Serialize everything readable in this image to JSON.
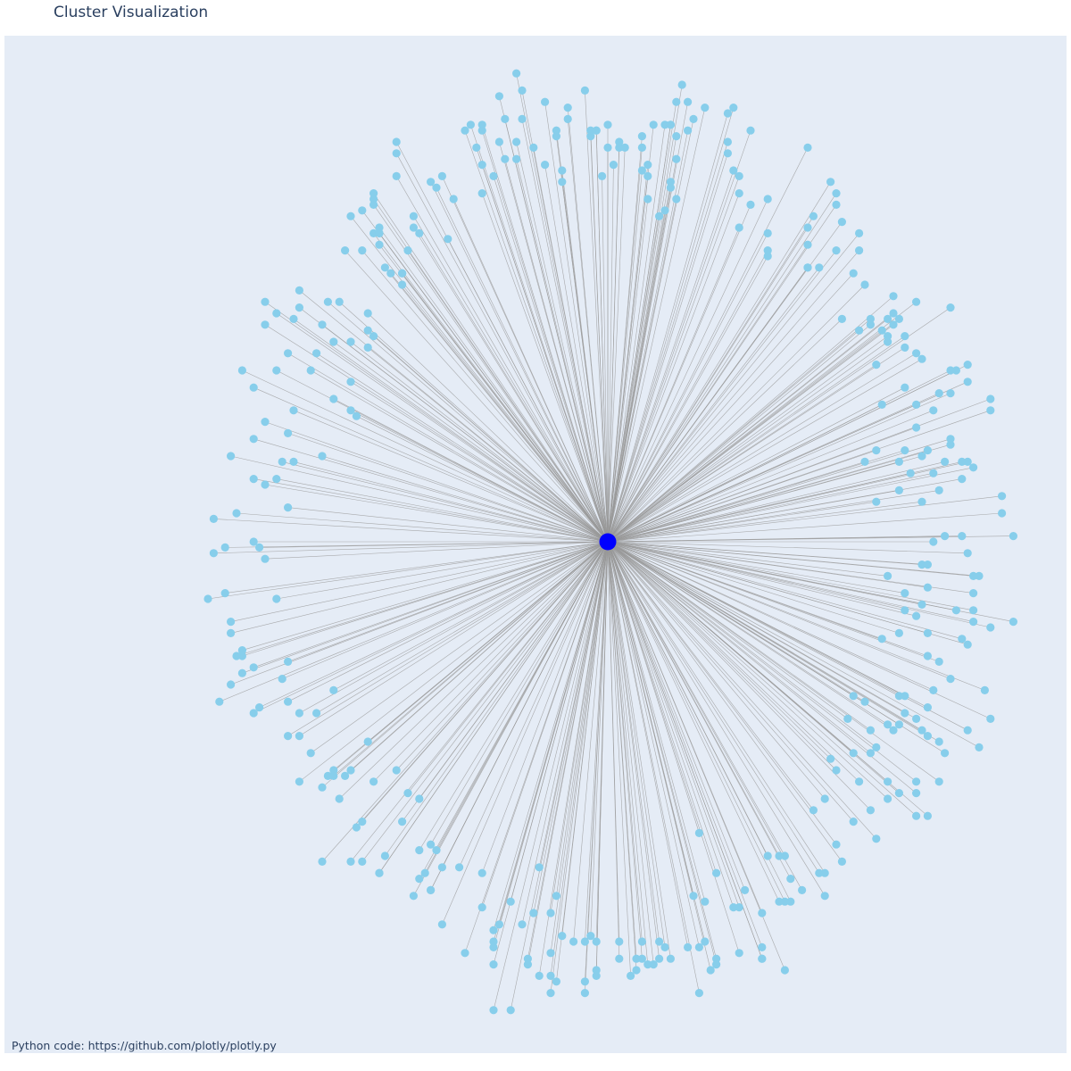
{
  "title": "Cluster Visualization",
  "annotation": "Python code:  https://github.com/plotly/plotly.py",
  "chart_data": {
    "type": "scatter",
    "layout_type": "star network graph",
    "grid": false,
    "axes_visible": false,
    "background_color": "#e5ecf6",
    "edge_color": "#999999",
    "center_node": {
      "x": 0,
      "y": 0,
      "color": "#0000ff"
    },
    "leaf_node_color": "#87ceeb",
    "leaf_node_count": 440,
    "leaf_nodes": [
      [
        0.08,
        -0.74
      ],
      [
        0.45,
        0.14
      ],
      [
        -0.19,
        -0.67
      ],
      [
        -0.3,
        0.62
      ],
      [
        -0.08,
        -0.69
      ],
      [
        0.58,
        -0.35
      ],
      [
        0.23,
        0.61
      ],
      [
        -0.49,
        -0.41
      ],
      [
        -0.45,
        -0.56
      ],
      [
        0.71,
        -0.14
      ],
      [
        0.0,
        0.69
      ],
      [
        -0.43,
        0.51
      ],
      [
        0.52,
        -0.3
      ],
      [
        -0.45,
        0.23
      ],
      [
        0.27,
        -0.73
      ],
      [
        0.07,
        0.66
      ],
      [
        -0.44,
        0.22
      ],
      [
        -0.45,
        0.57
      ],
      [
        -0.2,
        -0.82
      ],
      [
        0.55,
        -0.04
      ],
      [
        0.67,
        -0.15
      ],
      [
        -0.48,
        0.35
      ],
      [
        0.64,
        0.13
      ],
      [
        -0.02,
        -0.76
      ],
      [
        0.58,
        0.26
      ],
      [
        0.62,
        0.01
      ],
      [
        0.61,
        -0.12
      ],
      [
        -0.51,
        -0.3
      ],
      [
        0.11,
        0.62
      ],
      [
        -0.01,
        0.64
      ],
      [
        0.56,
        -0.48
      ],
      [
        0.12,
        0.67
      ],
      [
        -0.64,
        -0.19
      ],
      [
        0.65,
        -0.36
      ],
      [
        -0.1,
        -0.76
      ],
      [
        -0.5,
        0.15
      ],
      [
        -0.55,
        0.14
      ],
      [
        -0.36,
        -0.49
      ],
      [
        0.39,
        -0.38
      ],
      [
        0.49,
        0.39
      ],
      [
        0.56,
        -0.29
      ],
      [
        0.16,
        -0.51
      ],
      [
        0.45,
        0.45
      ],
      [
        0.51,
        0.09
      ],
      [
        0.09,
        0.57
      ],
      [
        -0.36,
        0.47
      ],
      [
        0.35,
        0.55
      ],
      [
        -0.27,
        0.6
      ],
      [
        -0.07,
        0.76
      ],
      [
        0.57,
        0.0
      ],
      [
        0.49,
        0.36
      ],
      [
        0.25,
        0.59
      ],
      [
        0.32,
        -0.63
      ],
      [
        0.5,
        -0.33
      ],
      [
        0.48,
        0.24
      ],
      [
        -0.51,
        0.33
      ],
      [
        -0.55,
        0.39
      ],
      [
        -0.68,
        -0.28
      ],
      [
        0.55,
        0.15
      ],
      [
        -0.35,
        -0.44
      ],
      [
        -0.15,
        0.79
      ],
      [
        0.59,
        0.14
      ],
      [
        -0.12,
        -0.57
      ],
      [
        -0.4,
        0.54
      ],
      [
        0.25,
        0.72
      ],
      [
        0.71,
        0.01
      ],
      [
        0.64,
        -0.12
      ],
      [
        -0.4,
        0.52
      ],
      [
        -0.58,
        0.4
      ],
      [
        -0.41,
        -0.42
      ],
      [
        0.52,
        0.34
      ],
      [
        0.14,
        0.77
      ],
      [
        0.02,
        -0.7
      ],
      [
        0.46,
        -0.47
      ],
      [
        0.5,
        0.4
      ],
      [
        -0.1,
        -0.79
      ],
      [
        0.17,
        0.76
      ],
      [
        0.6,
        0.26
      ],
      [
        -0.22,
        0.66
      ],
      [
        -0.55,
        0.23
      ],
      [
        -0.32,
        -0.58
      ],
      [
        0.4,
        0.51
      ],
      [
        -0.44,
        -0.5
      ],
      [
        -0.58,
        -0.1
      ],
      [
        -0.33,
        -0.59
      ],
      [
        -0.31,
        -0.61
      ],
      [
        -0.33,
        -0.45
      ],
      [
        0.51,
        -0.27
      ],
      [
        0.24,
        -0.61
      ],
      [
        -0.7,
        -0.1
      ],
      [
        0.63,
        -0.33
      ],
      [
        0.36,
        -0.47
      ],
      [
        -0.5,
        -0.43
      ],
      [
        -0.57,
        -0.24
      ],
      [
        -0.35,
        0.51
      ],
      [
        0.17,
        -0.63
      ],
      [
        0.6,
        0.17
      ],
      [
        -0.58,
        0.11
      ],
      [
        0.59,
        0.01
      ],
      [
        -0.08,
        0.63
      ],
      [
        0.59,
        -0.37
      ],
      [
        -0.66,
        -0.14
      ],
      [
        0.69,
        0.05
      ],
      [
        0.05,
        -0.73
      ],
      [
        -0.22,
        -0.64
      ],
      [
        -0.48,
        -0.26
      ],
      [
        -0.22,
        0.61
      ],
      [
        -0.11,
        0.66
      ],
      [
        0.63,
        0.31
      ],
      [
        -0.22,
        0.72
      ],
      [
        -0.03,
        -0.69
      ],
      [
        -0.48,
        -0.41
      ],
      [
        0.28,
        0.54
      ],
      [
        0.47,
        -0.52
      ],
      [
        0.28,
        -0.55
      ],
      [
        -0.66,
        0.15
      ],
      [
        0.0,
        0.73
      ],
      [
        0.62,
        -0.17
      ],
      [
        0.35,
        0.48
      ],
      [
        -0.41,
        0.61
      ],
      [
        0.22,
        0.65
      ],
      [
        -0.5,
        0.38
      ],
      [
        0.49,
        -0.45
      ],
      [
        0.67,
        0.23
      ],
      [
        0.18,
        -0.75
      ],
      [
        -0.56,
        -0.34
      ],
      [
        0.01,
        0.66
      ],
      [
        0.52,
        0.36
      ],
      [
        0.52,
        -0.09
      ],
      [
        -0.2,
        -0.71
      ],
      [
        -0.12,
        -0.76
      ],
      [
        -0.62,
        -0.22
      ],
      [
        0.31,
        -0.55
      ],
      [
        0.31,
        -0.75
      ],
      [
        -0.11,
        0.77
      ],
      [
        -0.36,
        0.47
      ],
      [
        -0.41,
        0.36
      ],
      [
        0.51,
        -0.16
      ],
      [
        0.47,
        0.16
      ],
      [
        -0.2,
        -0.7
      ],
      [
        -0.4,
        0.55
      ],
      [
        -0.62,
        0.18
      ],
      [
        -0.54,
        -0.34
      ],
      [
        0.55,
        0.32
      ],
      [
        -0.28,
        0.53
      ],
      [
        -0.4,
        -0.58
      ],
      [
        -0.52,
        0.3
      ],
      [
        0.6,
        0.18
      ],
      [
        -0.2,
        -0.68
      ],
      [
        0.53,
        0.12
      ],
      [
        0.3,
        -0.63
      ],
      [
        -0.56,
        0.06
      ],
      [
        0.46,
        0.39
      ],
      [
        -0.29,
        -0.57
      ],
      [
        -0.22,
        -0.58
      ],
      [
        -0.31,
        0.63
      ],
      [
        -0.43,
        -0.56
      ],
      [
        0.58,
        -0.21
      ],
      [
        -0.09,
        0.71
      ],
      [
        -0.02,
        -0.7
      ],
      [
        0.5,
        0.43
      ],
      [
        0.6,
        -0.24
      ],
      [
        0.48,
        0.37
      ],
      [
        -0.56,
        0.19
      ],
      [
        -0.19,
        0.7
      ],
      [
        -0.61,
        -0.29
      ],
      [
        -0.69,
        -0.02
      ],
      [
        -0.48,
        -0.4
      ],
      [
        0.58,
        0.09
      ],
      [
        0.12,
        0.71
      ],
      [
        -0.41,
        0.54
      ],
      [
        -0.23,
        0.69
      ],
      [
        0.37,
        0.48
      ],
      [
        -0.6,
        0.38
      ],
      [
        0.4,
        -0.53
      ],
      [
        0.63,
        0.14
      ],
      [
        0.28,
        0.5
      ],
      [
        0.57,
        0.23
      ],
      [
        0.44,
        -0.42
      ],
      [
        0.21,
        0.68
      ],
      [
        -0.56,
        -0.28
      ],
      [
        0.37,
        -0.58
      ],
      [
        0.35,
        0.69
      ],
      [
        0.67,
        -0.31
      ],
      [
        0.1,
        0.58
      ],
      [
        0.16,
        -0.79
      ],
      [
        -0.5,
        -0.56
      ],
      [
        -0.34,
        0.57
      ],
      [
        -0.02,
        0.72
      ],
      [
        0.51,
        0.39
      ],
      [
        0.58,
        -0.42
      ],
      [
        -0.24,
        0.73
      ],
      [
        0.13,
        0.8
      ],
      [
        -0.31,
        -0.53
      ],
      [
        0.43,
        -0.27
      ],
      [
        0.56,
        -0.08
      ],
      [
        -0.4,
        0.54
      ],
      [
        0.54,
        0.2
      ],
      [
        0.52,
        -0.12
      ],
      [
        0.47,
        0.31
      ],
      [
        0.56,
        -0.16
      ],
      [
        -0.6,
        0.21
      ],
      [
        -0.67,
        -0.01
      ],
      [
        -0.22,
        0.73
      ],
      [
        0.06,
        0.65
      ],
      [
        0.46,
        -0.37
      ],
      [
        0.19,
        -0.74
      ],
      [
        -0.16,
        0.7
      ],
      [
        0.56,
        -0.34
      ],
      [
        -0.66,
        -0.25
      ],
      [
        -0.57,
        0.14
      ],
      [
        -0.61,
        -0.01
      ],
      [
        0.14,
        0.72
      ],
      [
        -0.33,
        -0.54
      ],
      [
        -0.42,
        0.37
      ],
      [
        -0.65,
        0.05
      ],
      [
        0.3,
        -0.55
      ],
      [
        0.23,
        -0.64
      ],
      [
        0.12,
        0.77
      ],
      [
        0.06,
        -0.7
      ],
      [
        -0.67,
        -0.09
      ],
      [
        0.54,
        -0.42
      ],
      [
        0.38,
        -0.62
      ],
      [
        -0.45,
        0.28
      ],
      [
        0.65,
        -0.06
      ],
      [
        0.43,
        0.47
      ],
      [
        0.67,
        0.25
      ],
      [
        -0.14,
        -0.73
      ],
      [
        -0.13,
        0.69
      ],
      [
        -0.04,
        -0.7
      ],
      [
        0.41,
        0.56
      ],
      [
        0.4,
        -0.4
      ],
      [
        0.47,
        0.07
      ],
      [
        0.61,
        0.3
      ],
      [
        0.54,
        0.33
      ],
      [
        -0.04,
        -0.79
      ],
      [
        0.46,
        -0.33
      ],
      [
        0.56,
        0.16
      ],
      [
        -0.62,
        0.27
      ],
      [
        -0.37,
        -0.4
      ],
      [
        -0.18,
        0.74
      ],
      [
        -0.02,
        -0.75
      ],
      [
        0.23,
        -0.72
      ],
      [
        -0.08,
        0.65
      ],
      [
        0.64,
        -0.14
      ],
      [
        -0.62,
        0.11
      ],
      [
        0.69,
        0.08
      ],
      [
        -0.65,
        -0.2
      ],
      [
        0.54,
        -0.13
      ],
      [
        0.38,
        -0.58
      ],
      [
        -0.47,
        0.42
      ],
      [
        0.09,
        -0.7
      ],
      [
        -0.17,
        -0.63
      ],
      [
        0.51,
        0.14
      ],
      [
        0.42,
        -0.31
      ],
      [
        0.21,
        0.7
      ],
      [
        -0.26,
        -0.57
      ],
      [
        -0.13,
        -0.65
      ],
      [
        0.49,
        -0.06
      ],
      [
        0.44,
        0.51
      ],
      [
        -0.37,
        0.7
      ],
      [
        0.38,
        -0.45
      ],
      [
        -0.04,
        -0.77
      ],
      [
        0.57,
        -0.26
      ],
      [
        -0.64,
        0.3
      ],
      [
        0.21,
        0.75
      ],
      [
        0.02,
        0.69
      ],
      [
        0.44,
        0.37
      ],
      [
        -0.37,
        0.64
      ],
      [
        0.15,
        -0.62
      ],
      [
        0.15,
        0.74
      ],
      [
        -0.07,
        0.74
      ],
      [
        0.27,
        -0.73
      ],
      [
        -0.58,
        0.3
      ],
      [
        0.11,
        -0.73
      ],
      [
        0.41,
        -0.56
      ],
      [
        0.48,
        -0.17
      ],
      [
        0.43,
        -0.37
      ],
      [
        -0.3,
        -0.54
      ],
      [
        0.17,
        -0.7
      ],
      [
        -0.25,
        0.72
      ],
      [
        -0.6,
        0.1
      ],
      [
        0.5,
        0.38
      ],
      [
        -0.2,
        0.64
      ],
      [
        -0.37,
        0.68
      ],
      [
        -0.54,
        -0.42
      ],
      [
        0.27,
        -0.65
      ],
      [
        0.64,
        -0.06
      ],
      [
        -0.45,
        -0.4
      ],
      [
        0.36,
        0.57
      ],
      [
        0.55,
        -0.11
      ],
      [
        0.54,
        0.24
      ],
      [
        0.56,
        -0.2
      ],
      [
        -0.4,
        -0.58
      ],
      [
        -0.43,
        -0.49
      ],
      [
        0.19,
        -0.58
      ],
      [
        0.28,
        0.6
      ],
      [
        0.1,
        0.73
      ],
      [
        0.64,
        -0.09
      ],
      [
        -0.56,
        0.33
      ],
      [
        -0.33,
        0.54
      ],
      [
        0.02,
        -0.73
      ],
      [
        0.63,
        -0.02
      ],
      [
        -0.41,
        0.6
      ],
      [
        0.07,
        0.6
      ],
      [
        -0.48,
        0.25
      ],
      [
        0.55,
        0.07
      ],
      [
        0.09,
        -0.73
      ],
      [
        -0.54,
        -0.3
      ],
      [
        0.12,
        0.6
      ],
      [
        -0.6,
        0.42
      ],
      [
        0.66,
        -0.26
      ],
      [
        -0.06,
        -0.7
      ],
      [
        0.4,
        0.61
      ],
      [
        0.07,
        -0.74
      ],
      [
        0.22,
        0.76
      ],
      [
        0.31,
        -0.63
      ],
      [
        -0.62,
        -0.3
      ],
      [
        0.35,
        0.48
      ],
      [
        0.6,
        0.3
      ],
      [
        -0.54,
        0.44
      ],
      [
        0.06,
        -0.73
      ],
      [
        -0.47,
        -0.45
      ],
      [
        -0.6,
        -0.03
      ],
      [
        -0.52,
        -0.37
      ],
      [
        0.05,
        -0.75
      ],
      [
        0.11,
        0.73
      ],
      [
        -0.09,
        0.72
      ],
      [
        -0.64,
        -0.2
      ],
      [
        -0.31,
        -0.61
      ],
      [
        0.04,
        -0.76
      ],
      [
        -0.09,
        -0.77
      ],
      [
        -0.29,
        -0.67
      ],
      [
        -0.49,
        0.42
      ],
      [
        -0.29,
        0.64
      ],
      [
        0.49,
        -0.42
      ],
      [
        0.06,
        0.69
      ],
      [
        0.16,
        -0.71
      ],
      [
        -0.09,
        -0.62
      ],
      [
        -0.41,
        0.59
      ],
      [
        0.39,
        0.63
      ],
      [
        0.47,
        -0.36
      ],
      [
        -0.1,
        -0.72
      ],
      [
        -0.42,
        0.4
      ],
      [
        0.07,
        0.64
      ],
      [
        0.06,
        0.71
      ],
      [
        0.02,
        0.7
      ],
      [
        0.23,
        0.55
      ],
      [
        -0.42,
        -0.35
      ],
      [
        0.08,
        0.73
      ],
      [
        -0.46,
        -0.41
      ],
      [
        0.34,
        -0.61
      ],
      [
        0.51,
        -0.32
      ],
      [
        0.11,
        0.73
      ],
      [
        0.35,
        0.52
      ],
      [
        -0.14,
        -0.74
      ],
      [
        -0.43,
        0.58
      ],
      [
        -0.03,
        0.71
      ],
      [
        0.63,
        0.28
      ],
      [
        0.28,
        0.51
      ],
      [
        -0.46,
        0.51
      ],
      [
        -0.15,
        -0.67
      ],
      [
        -0.25,
        -0.72
      ],
      [
        -0.64,
        -0.23
      ],
      [
        0.1,
        -0.71
      ],
      [
        -0.34,
        0.55
      ],
      [
        0.41,
        0.39
      ],
      [
        0.4,
        0.59
      ],
      [
        0.49,
        -0.32
      ],
      [
        -0.39,
        0.48
      ],
      [
        0.56,
        -0.04
      ],
      [
        0.19,
        -0.73
      ],
      [
        -0.16,
        0.82
      ],
      [
        -0.16,
        0.67
      ],
      [
        -0.04,
        0.79
      ],
      [
        -0.2,
        -0.74
      ],
      [
        0.54,
        -0.44
      ],
      [
        0.44,
        0.54
      ],
      [
        -0.03,
        0.72
      ],
      [
        0.45,
        -0.28
      ],
      [
        0.62,
        0.11
      ],
      [
        0.54,
        -0.31
      ],
      [
        0.43,
        -0.49
      ],
      [
        -0.18,
        0.67
      ],
      [
        -0.34,
        -0.62
      ],
      [
        0.22,
        -0.64
      ],
      [
        -0.38,
        0.47
      ],
      [
        0.55,
        -0.33
      ],
      [
        0.32,
        -0.59
      ],
      [
        0.52,
        0.16
      ],
      [
        -0.69,
        0.04
      ],
      [
        0.57,
        0.12
      ],
      [
        -0.15,
        0.74
      ],
      [
        0.63,
        -0.18
      ],
      [
        0.51,
        -0.44
      ],
      [
        0.62,
        0.14
      ],
      [
        0.54,
        0.42
      ],
      [
        0.6,
        0.41
      ],
      [
        -0.66,
        -0.16
      ],
      [
        -0.42,
        0.34
      ],
      [
        0.23,
        0.64
      ],
      [
        0.52,
        -0.27
      ],
      [
        -0.02,
        0.72
      ],
      [
        0.03,
        0.69
      ],
      [
        0.27,
        -0.71
      ],
      [
        -0.62,
        0.0
      ],
      [
        -0.36,
        0.45
      ],
      [
        0.49,
        0.35
      ],
      [
        0.14,
        -0.71
      ],
      [
        -0.45,
        0.35
      ],
      [
        -0.56,
        -0.21
      ],
      [
        -0.54,
        0.41
      ],
      [
        -0.17,
        -0.82
      ],
      [
        0.54,
        -0.48
      ],
      [
        -0.19,
        0.78
      ],
      [
        0.11,
        0.63
      ],
      [
        0.46,
        0.38
      ],
      [
        0.52,
        0.27
      ],
      [
        -0.39,
        -0.55
      ],
      [
        -0.1,
        -0.65
      ]
    ]
  }
}
